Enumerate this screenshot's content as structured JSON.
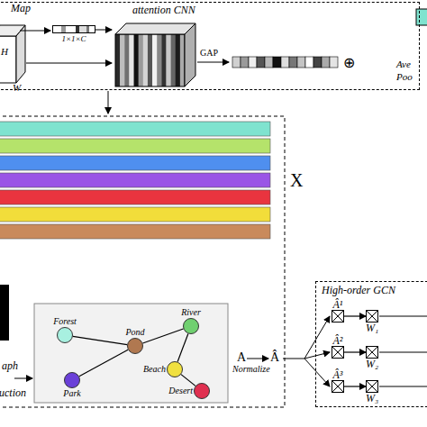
{
  "diagram": {
    "nodes": [
      {
        "text": [
          "attention CNN"
        ]
      },
      {
        "text": [
          "1×1×C"
        ],
        "in": 0
      },
      {
        "text": [
          "Forest"
        ]
      },
      {
        "text": [
          "Pond"
        ]
      },
      {
        "text": [
          "River"
        ]
      },
      {
        "text": [
          "Beach"
        ]
      },
      {
        "text": [
          "Desert"
        ]
      },
      {
        "text": [
          "Park"
        ]
      },
      {
        "text": [
          "High-order GCN"
        ]
      },
      {
        "text": [
          "Â¹"
        ],
        "in": 8
      },
      {
        "text": [
          "W₁"
        ],
        "in": 8
      },
      {
        "text": [
          "Â²"
        ],
        "in": 8
      },
      {
        "text": [
          "W₂"
        ],
        "in": 8
      },
      {
        "text": [
          "Â³"
        ],
        "in": 8
      },
      {
        "text": [
          "W₃"
        ],
        "in": 8
      }
    ],
    "edges": [
      {
        "from": 2,
        "to": 3,
        "arrow": "none"
      },
      {
        "from": 3,
        "to": 4,
        "arrow": "none"
      },
      {
        "from": 3,
        "to": 7,
        "arrow": "none"
      },
      {
        "from": 4,
        "to": 5,
        "arrow": "none"
      },
      {
        "from": 5,
        "to": 6,
        "arrow": "none"
      },
      {
        "from": 9,
        "to": 10,
        "arrow": "to"
      },
      {
        "from": 11,
        "to": 12,
        "arrow": "to"
      },
      {
        "from": 13,
        "to": 14,
        "arrow": "to"
      }
    ],
    "labels": [
      "Map",
      "H",
      "W",
      "GAP",
      "⊕",
      "Ave",
      "Poo",
      "X",
      "aph",
      "uction",
      "A",
      "Â",
      "Normalize"
    ]
  }
}
